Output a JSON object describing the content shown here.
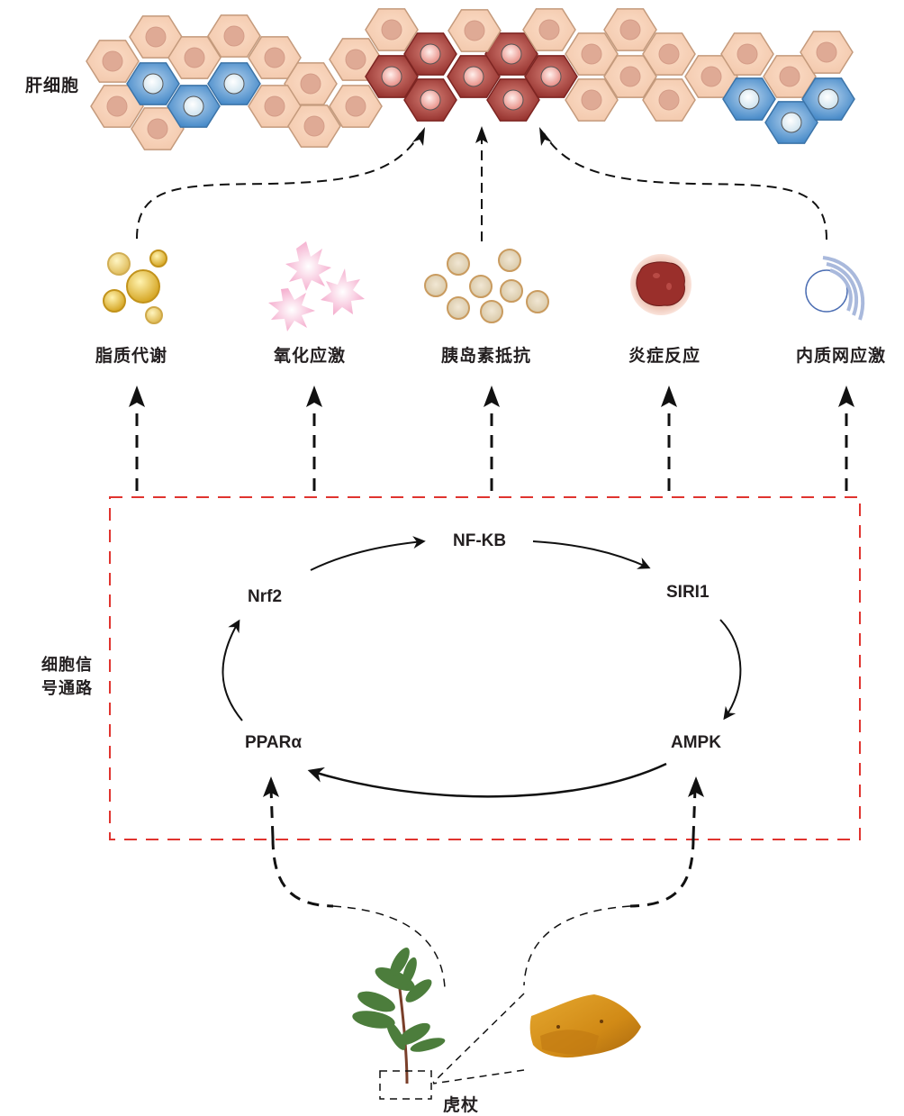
{
  "hepatocyte_label": "肝细胞",
  "pathway_label_line1": "细胞信",
  "pathway_label_line2": "号通路",
  "herb_label": "虎杖",
  "effects": [
    {
      "label": "脂质代谢",
      "icon": "lipid-droplets-icon"
    },
    {
      "label": "氧化应激",
      "icon": "oxidative-burst-icon"
    },
    {
      "label": "胰岛素抵抗",
      "icon": "insulin-granules-icon"
    },
    {
      "label": "炎症反应",
      "icon": "inflammation-cell-icon"
    },
    {
      "label": "内质网应激",
      "icon": "endoplasmic-reticulum-icon"
    }
  ],
  "nodes": {
    "nfkb": "NF-KB",
    "siri1": "SIRI1",
    "ampk": "AMPK",
    "ppara": "PPARα",
    "nrf2": "Nrf2"
  },
  "colors": {
    "normal_cell": "#f6d2b9",
    "normal_border": "#c49a7c",
    "normal_nucleus": "#dfaa95",
    "blue_cell": "#5b9bd3",
    "red_cell": "#a6403c",
    "box_border": "#e0342f",
    "arrow": "#111111"
  }
}
